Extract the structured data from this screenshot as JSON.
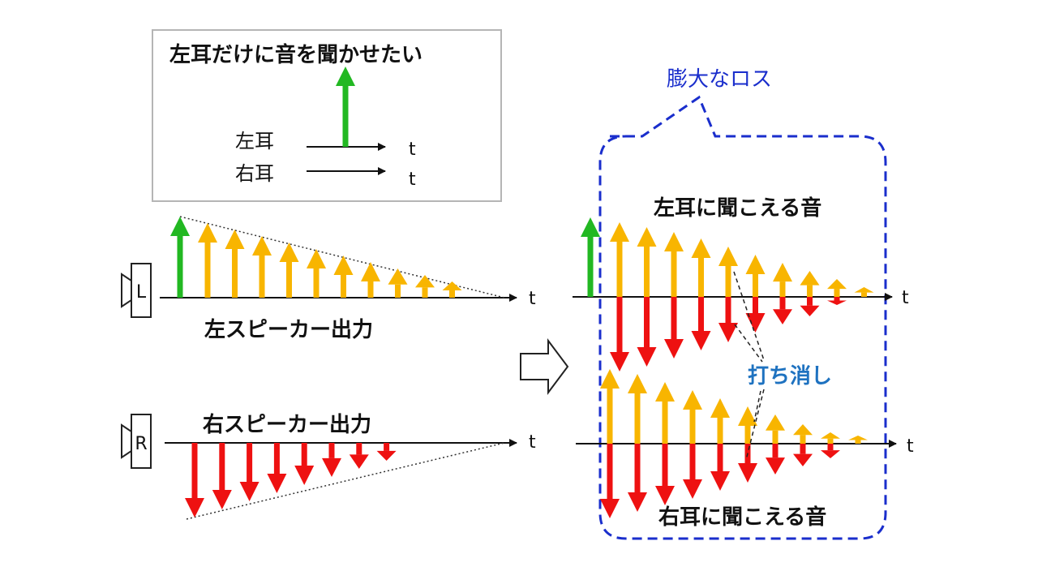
{
  "legend": {
    "title": "左耳だけに音を聞かせたい",
    "left_ear": "左耳",
    "right_ear": "右耳",
    "t": "t"
  },
  "left_speaker": {
    "icon_letter": "L",
    "caption": "左スピーカー出力",
    "t": "t"
  },
  "right_speaker": {
    "icon_letter": "R",
    "caption": "右スピーカー出力",
    "t": "t"
  },
  "result": {
    "loss_label": "膨大なロス",
    "left_ear_caption": "左耳に聞こえる音",
    "right_ear_caption": "右耳に聞こえる音",
    "cancel_label": "打ち消し",
    "t": "t"
  },
  "colors": {
    "green": "#22b822",
    "orange": "#f8b500",
    "red": "#ee1111",
    "blue_dashed": "#1a2ecc",
    "cancel_text": "#1e72c0",
    "legend_border": "#b5b5b5"
  }
}
